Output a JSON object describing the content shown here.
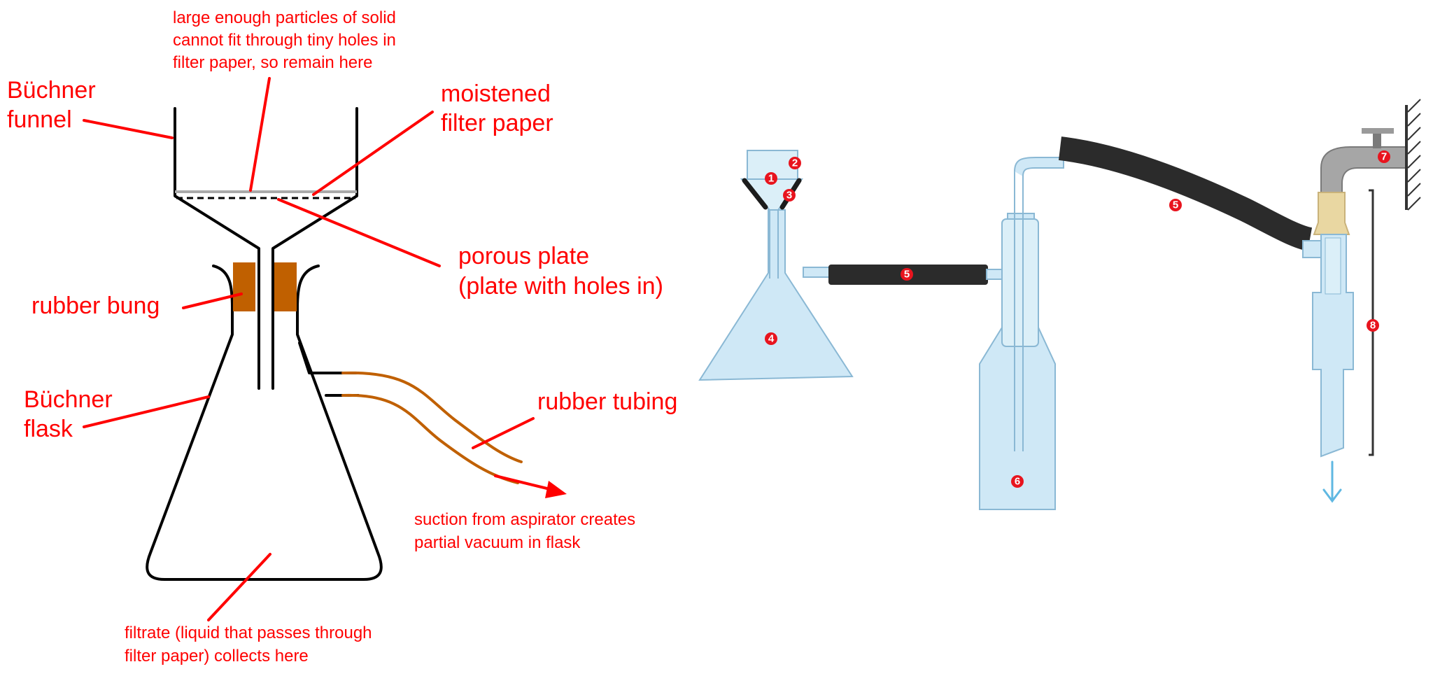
{
  "left_diagram": {
    "top_note": [
      "large enough particles of solid",
      "cannot fit through tiny holes in",
      "filter paper, so remain here"
    ],
    "buchner_funnel": [
      "Büchner",
      "funnel"
    ],
    "moistened_filter_paper": [
      "moistened",
      "filter paper"
    ],
    "porous_plate": [
      "porous plate",
      "(plate with holes in)"
    ],
    "rubber_bung": "rubber bung",
    "buchner_flask": [
      "Büchner",
      "flask"
    ],
    "rubber_tubing": "rubber tubing",
    "suction_note": [
      "suction from aspirator creates",
      "partial vacuum in flask"
    ],
    "filtrate_note": [
      "filtrate (liquid that passes through",
      "filter paper) collects here"
    ]
  },
  "right_diagram": {
    "markers": [
      "1",
      "2",
      "3",
      "4",
      "5",
      "5",
      "6",
      "7",
      "8"
    ]
  },
  "colors": {
    "label_red": "#ff0000",
    "rubber_brown": "#c06000",
    "glass_blue": "#cfe8f6",
    "glass_outline": "#8ab8d4",
    "tubing_black": "#2b2b2b",
    "marker_red": "#e8141e"
  }
}
